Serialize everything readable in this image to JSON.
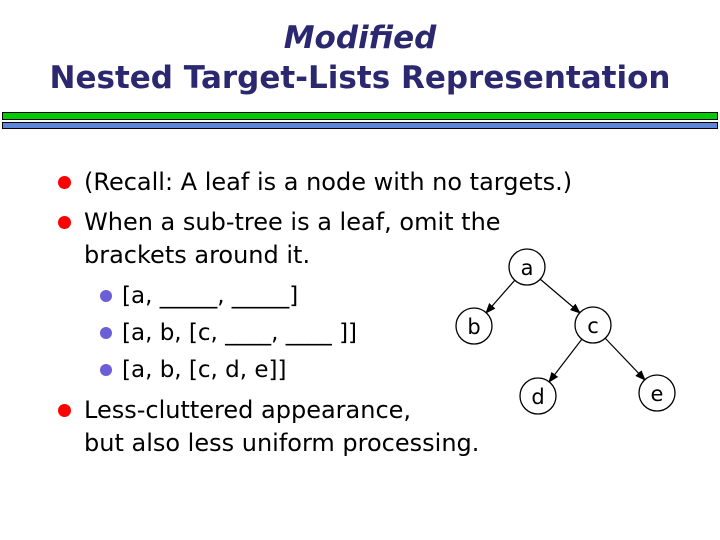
{
  "title": {
    "line1": "Modified",
    "line2": "Nested Target-Lists Representation"
  },
  "bullets": [
    {
      "level": 1,
      "lines": [
        "(Recall: A leaf is a node with no targets.)"
      ]
    },
    {
      "level": 1,
      "lines": [
        "When a sub-tree is a leaf, omit the",
        "brackets around it."
      ]
    },
    {
      "level": 2,
      "lines": [
        "[a, _____, _____]"
      ]
    },
    {
      "level": 2,
      "lines": [
        "[a, b, [c, ____, ____ ]]"
      ]
    },
    {
      "level": 2,
      "lines": [
        "[a, b, [c, d, e]]"
      ]
    },
    {
      "level": 1,
      "lines": [
        "Less-cluttered appearance,",
        "but also less uniform processing."
      ]
    }
  ],
  "tree": {
    "nodes": [
      {
        "id": "a",
        "label": "a"
      },
      {
        "id": "b",
        "label": "b"
      },
      {
        "id": "c",
        "label": "c"
      },
      {
        "id": "d",
        "label": "d"
      },
      {
        "id": "e",
        "label": "e"
      }
    ],
    "edges": [
      {
        "from": "a",
        "to": "b"
      },
      {
        "from": "a",
        "to": "c"
      },
      {
        "from": "c",
        "to": "d"
      },
      {
        "from": "c",
        "to": "e"
      }
    ]
  },
  "colors": {
    "title": "#2B2870",
    "green_bar": "#00CC00",
    "blue_bar": "#5E86D8",
    "bullet": "#FF0000",
    "sub_bullet": "#6A5FD6",
    "background": "#FFFFFF",
    "text": "#000000"
  }
}
